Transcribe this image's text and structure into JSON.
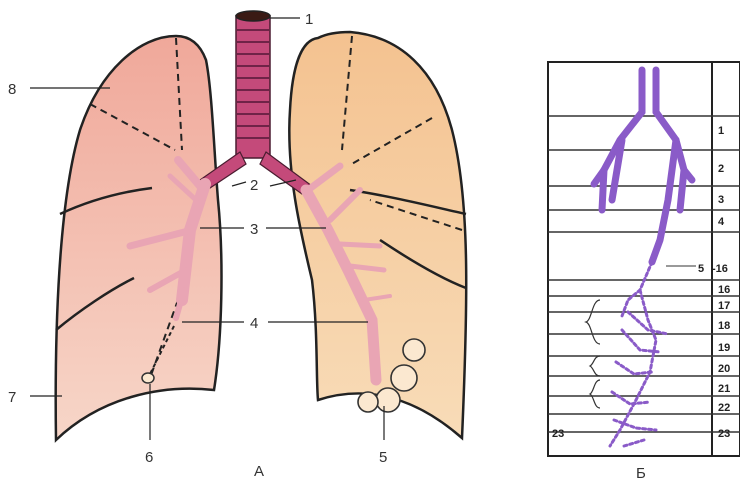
{
  "panel_a": {
    "caption": "А",
    "labels": [
      "1",
      "2",
      "3",
      "4",
      "5",
      "6",
      "7",
      "8"
    ]
  },
  "panel_b": {
    "caption": "Б",
    "row_labels": [
      "1",
      "2",
      "3",
      "4",
      "5",
      "-16",
      "16",
      "17",
      "18",
      "19",
      "20",
      "21",
      "22",
      "23"
    ],
    "left_label": "23"
  },
  "colors": {
    "right_lung": "#f3b3a5",
    "left_lung": "#f6cc9a",
    "trachea": "#c44a7a",
    "bronchi": "#e9a5b4",
    "tree_b": "#8a5bc8"
  }
}
